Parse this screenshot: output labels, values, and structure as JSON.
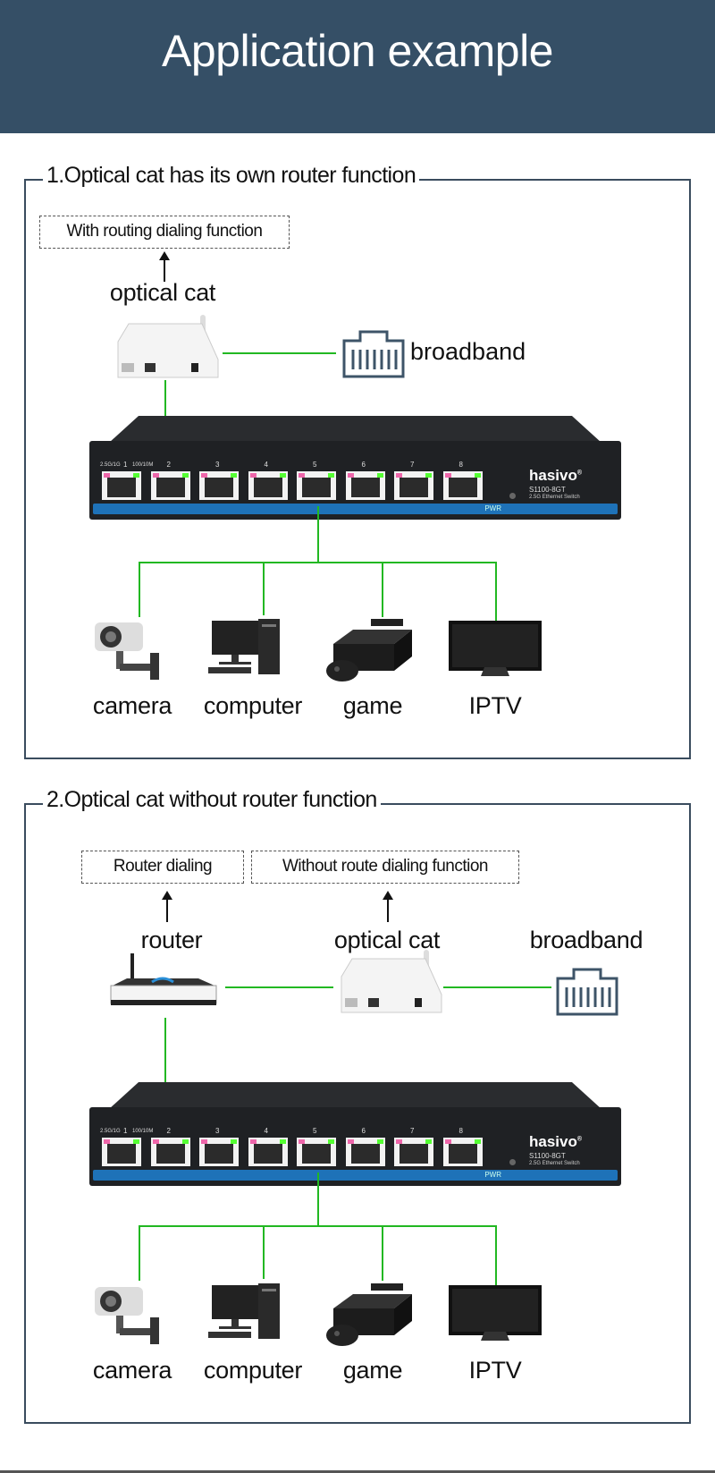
{
  "header": {
    "title": "Application example"
  },
  "colors": {
    "header_bg": "#354f66",
    "link_line": "#22b822",
    "switch_bar": "#1e72b8"
  },
  "switch": {
    "brand": "hasivo",
    "registered": "®",
    "model": "S1100-8GT",
    "description": "2.5G Ethernet Switch",
    "power_label": "PWR",
    "port1_speed_left": "2.5G/1G",
    "port1_speed_right": "100/10M",
    "ports": [
      "1",
      "2",
      "3",
      "4",
      "5",
      "6",
      "7",
      "8"
    ]
  },
  "section1": {
    "title": "1.Optical cat has its own router function",
    "note": "With routing dialing function",
    "optical_cat_label": "optical cat",
    "broadband_label": "broadband",
    "devices": [
      "camera",
      "computer",
      "game",
      "IPTV"
    ]
  },
  "section2": {
    "title": "2.Optical cat without router function",
    "note_router": "Router dialing",
    "note_cat": "Without route dialing function",
    "router_label": "router",
    "optical_cat_label": "optical cat",
    "broadband_label": "broadband",
    "devices": [
      "camera",
      "computer",
      "game",
      "IPTV"
    ]
  }
}
